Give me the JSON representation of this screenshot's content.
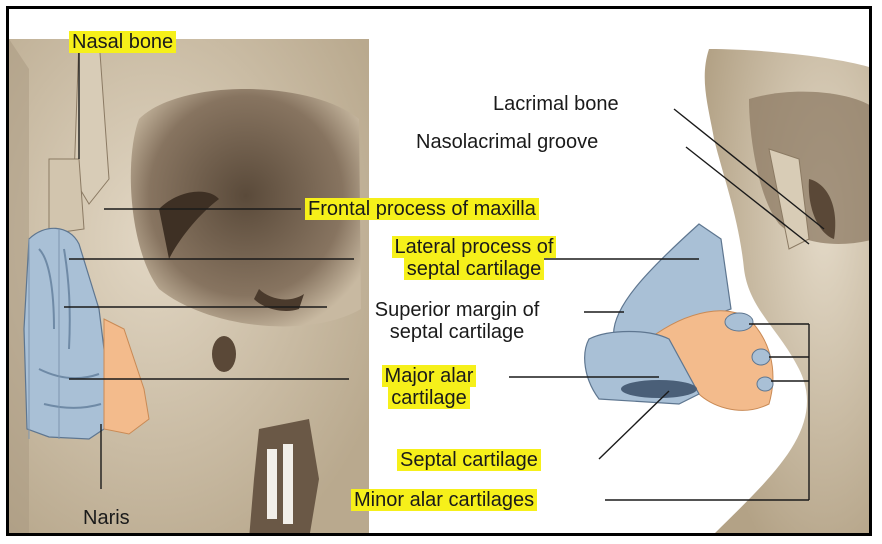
{
  "labels": {
    "nasal_bone": "Nasal bone",
    "frontal_process": "Frontal process of maxilla",
    "lateral_process_1": "Lateral process of",
    "lateral_process_2": "septal cartilage",
    "superior_margin_1": "Superior margin of",
    "superior_margin_2": "septal cartilage",
    "major_alar_1": "Major alar",
    "major_alar_2": "cartilage",
    "naris": "Naris",
    "lacrimal_bone": "Lacrimal bone",
    "nasolacrimal_groove": "Nasolacrimal groove",
    "septal_cartilage": "Septal cartilage",
    "minor_alar": "Minor alar cartilages"
  },
  "colors": {
    "bone": "#cdbfa8",
    "bone_dark": "#6e5d4a",
    "cartilage_blue": "#a9c0d6",
    "cartilage_orange": "#f3bb8c",
    "highlight": "#f6f01a"
  }
}
